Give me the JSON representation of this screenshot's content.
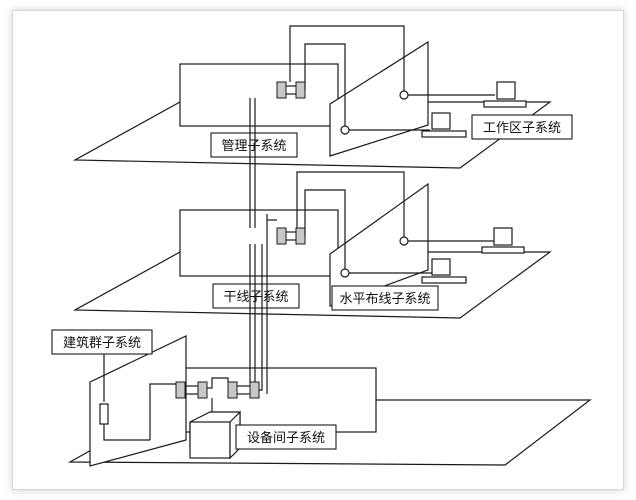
{
  "labels": {
    "management": "管理子系统",
    "work_area": "工作区子系统",
    "backbone": "干线子系统",
    "horizontal": "水平布线子系统",
    "campus": "建筑群子系统",
    "equipment_room": "设备间子系统"
  }
}
